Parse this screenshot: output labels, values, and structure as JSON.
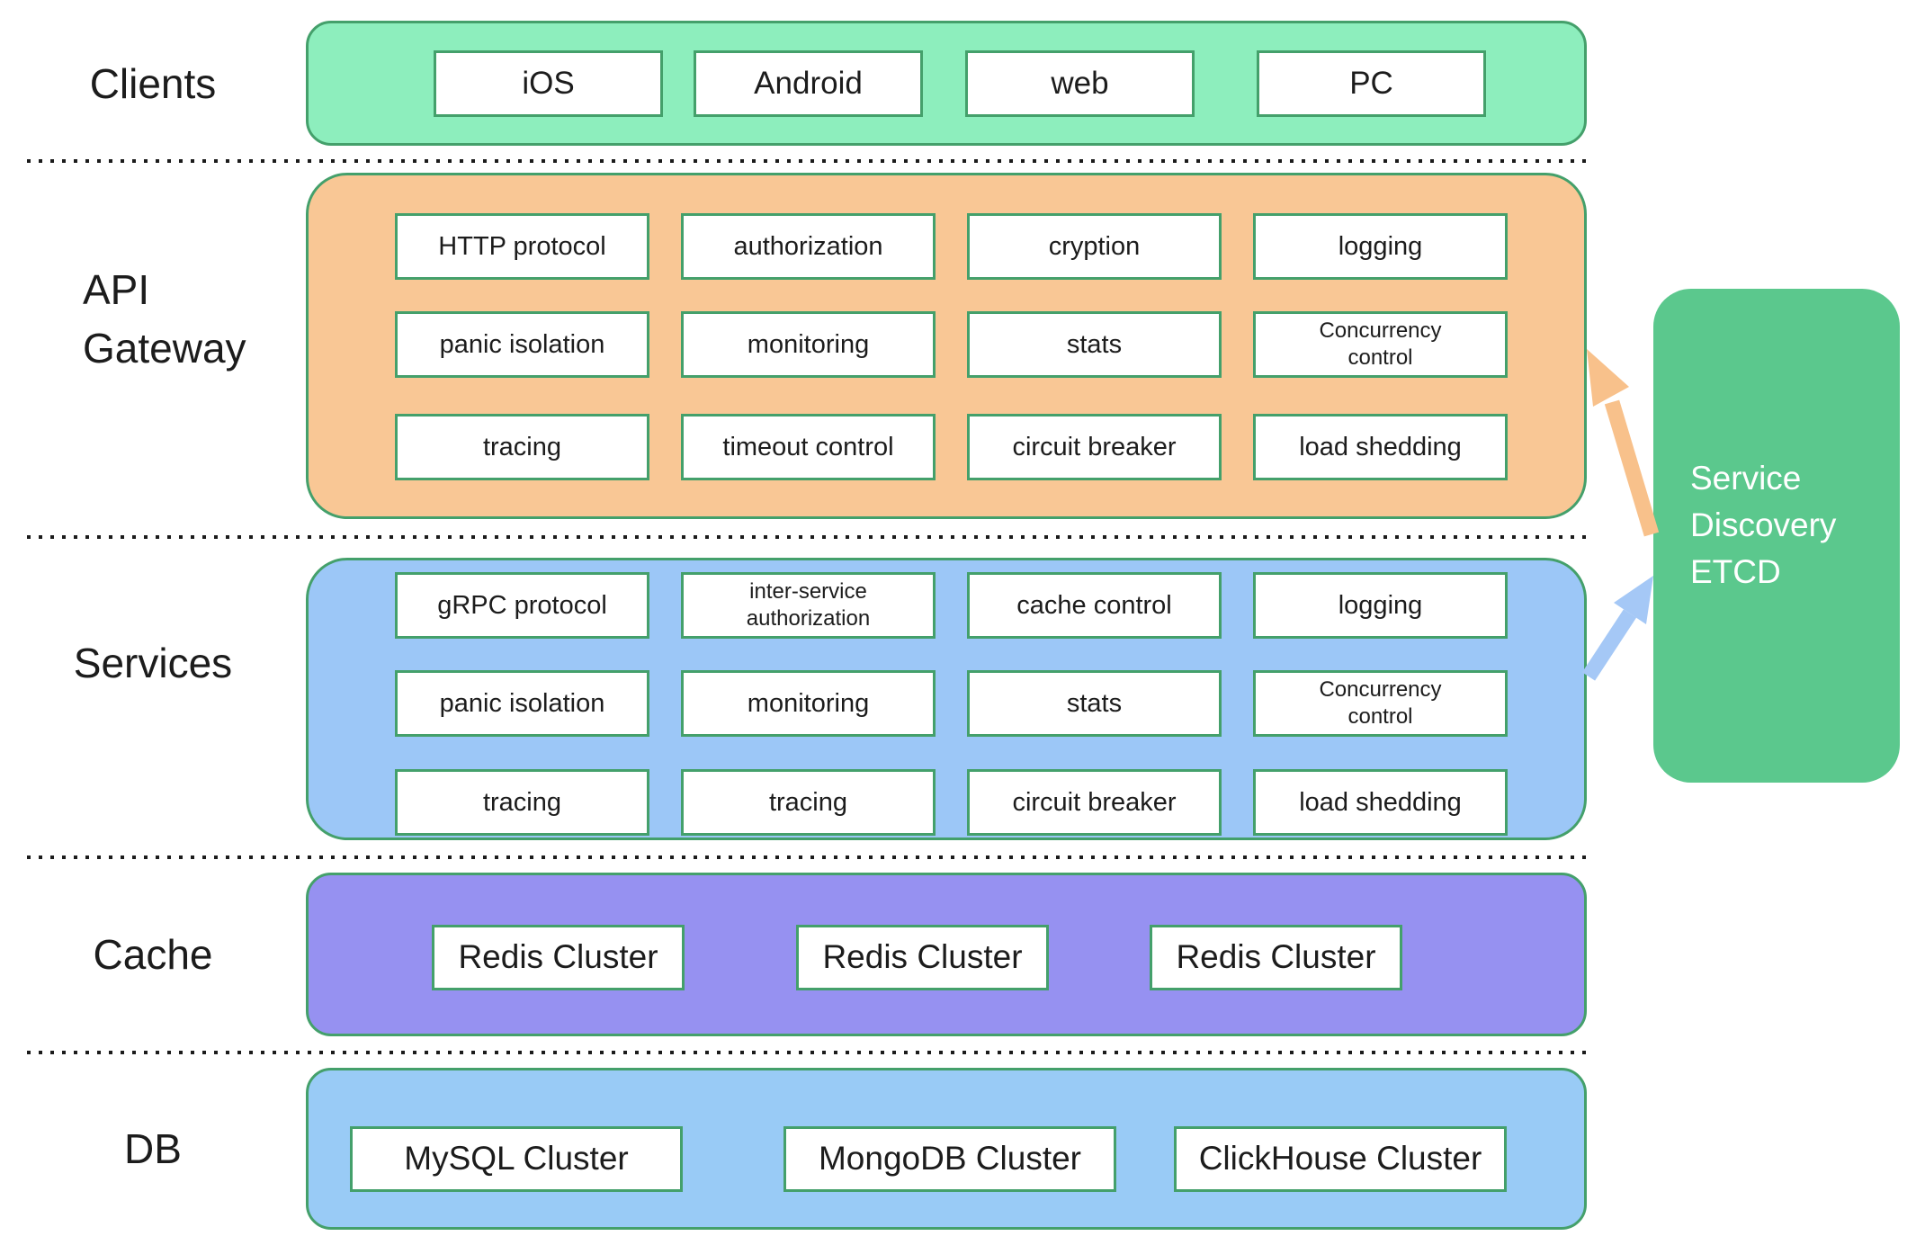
{
  "colors": {
    "clients-fill": "#8deebd",
    "gateway-fill": "#f9c795",
    "services-fill": "#9cc7f7",
    "cache-fill": "#9691f1",
    "db-fill": "#99cbf6",
    "etcd-fill": "#5bc88d",
    "border-green": "#44a06b",
    "text-dark": "#1c1c1c",
    "dot-color": "#1b1b1b",
    "arrow-orange": "#f8c18b",
    "arrow-blue": "#a5c8f6"
  },
  "layers": [
    {
      "name": "clients",
      "label": "Clients",
      "items": [
        "iOS",
        "Android",
        "web",
        "PC"
      ]
    },
    {
      "name": "api-gateway",
      "label_lines": [
        "API",
        "Gateway"
      ],
      "rows": [
        [
          "HTTP protocol",
          "authorization",
          "cryption",
          "logging"
        ],
        [
          "panic isolation",
          "monitoring",
          "stats",
          "Concurrency control"
        ],
        [
          "tracing",
          "timeout control",
          "circuit breaker",
          "load shedding"
        ]
      ]
    },
    {
      "name": "services",
      "label": "Services",
      "rows": [
        [
          "gRPC protocol",
          "inter-service authorization",
          "cache control",
          "logging"
        ],
        [
          "panic isolation",
          "monitoring",
          "stats",
          "Concurrency control"
        ],
        [
          "tracing",
          "tracing",
          "circuit breaker",
          "load shedding"
        ]
      ]
    },
    {
      "name": "cache",
      "label": "Cache",
      "items": [
        "Redis Cluster",
        "Redis Cluster",
        "Redis Cluster"
      ]
    },
    {
      "name": "db",
      "label": "DB",
      "items": [
        "MySQL Cluster",
        "MongoDB Cluster",
        "ClickHouse Cluster"
      ]
    }
  ],
  "service_discovery": {
    "lines": [
      "Service",
      "Discovery",
      "ETCD"
    ]
  }
}
